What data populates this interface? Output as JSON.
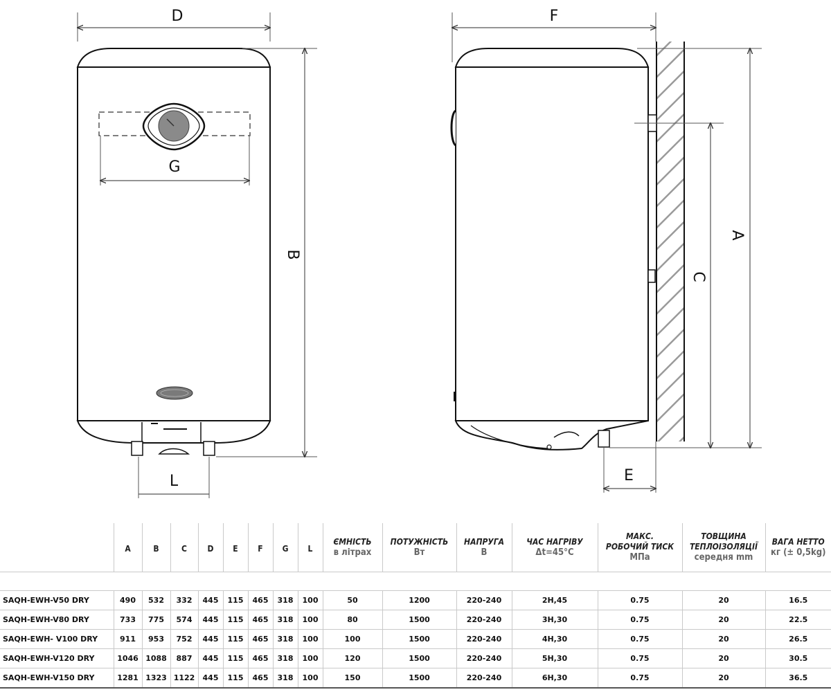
{
  "drawing": {
    "labels": {
      "D": "D",
      "G": "G",
      "B": "B",
      "L": "L",
      "F": "F",
      "A": "A",
      "C": "C",
      "E": "E"
    }
  },
  "table": {
    "dimension_headers": [
      "A",
      "B",
      "C",
      "D",
      "E",
      "F",
      "G",
      "L"
    ],
    "param_headers": [
      {
        "lines": [
          "ЄМНІСТЬ"
        ],
        "unit": "в літрах"
      },
      {
        "lines": [
          "ПОТУЖНІСТЬ"
        ],
        "unit": "Вт"
      },
      {
        "lines": [
          "НАПРУГА"
        ],
        "unit": "В"
      },
      {
        "lines": [
          "ЧАС НАГРІВУ"
        ],
        "unit": "Δt=45°C"
      },
      {
        "lines": [
          "МАКС.",
          "РОБОЧИЙ ТИСК"
        ],
        "unit": "МПа"
      },
      {
        "lines": [
          "ТОВЩИНА",
          "ТЕПЛОІЗОЛЯЦІЇ"
        ],
        "unit": "середня mm"
      },
      {
        "lines": [
          "ВАГА НЕТТО"
        ],
        "unit": "кг (± 0,5kg)"
      }
    ],
    "rows": [
      {
        "prefix": "SAQH-EWH-",
        "model": "V50 DRY",
        "values": [
          "490",
          "532",
          "332",
          "445",
          "115",
          "465",
          "318",
          "100",
          "50",
          "1200",
          "220-240",
          "2H,45",
          "0.75",
          "20",
          "16.5"
        ]
      },
      {
        "prefix": "SAQH-EWH-",
        "model": "V80 DRY",
        "values": [
          "733",
          "775",
          "574",
          "445",
          "115",
          "465",
          "318",
          "100",
          "80",
          "1500",
          "220-240",
          "3H,30",
          "0.75",
          "20",
          "22.5"
        ]
      },
      {
        "prefix": "SAQH-EWH- ",
        "model": "V100 DRY",
        "values": [
          "911",
          "953",
          "752",
          "445",
          "115",
          "465",
          "318",
          "100",
          "100",
          "1500",
          "220-240",
          "4H,30",
          "0.75",
          "20",
          "26.5"
        ]
      },
      {
        "prefix": "SAQH-EWH-",
        "model": "V120 DRY",
        "values": [
          "1046",
          "1088",
          "887",
          "445",
          "115",
          "465",
          "318",
          "100",
          "120",
          "1500",
          "220-240",
          "5H,30",
          "0.75",
          "20",
          "30.5"
        ]
      },
      {
        "prefix": "SAQH-EWH-",
        "model": "V150 DRY",
        "values": [
          "1281",
          "1323",
          "1122",
          "445",
          "115",
          "465",
          "318",
          "100",
          "150",
          "1500",
          "220-240",
          "6H,30",
          "0.75",
          "20",
          "36.5"
        ]
      }
    ]
  }
}
